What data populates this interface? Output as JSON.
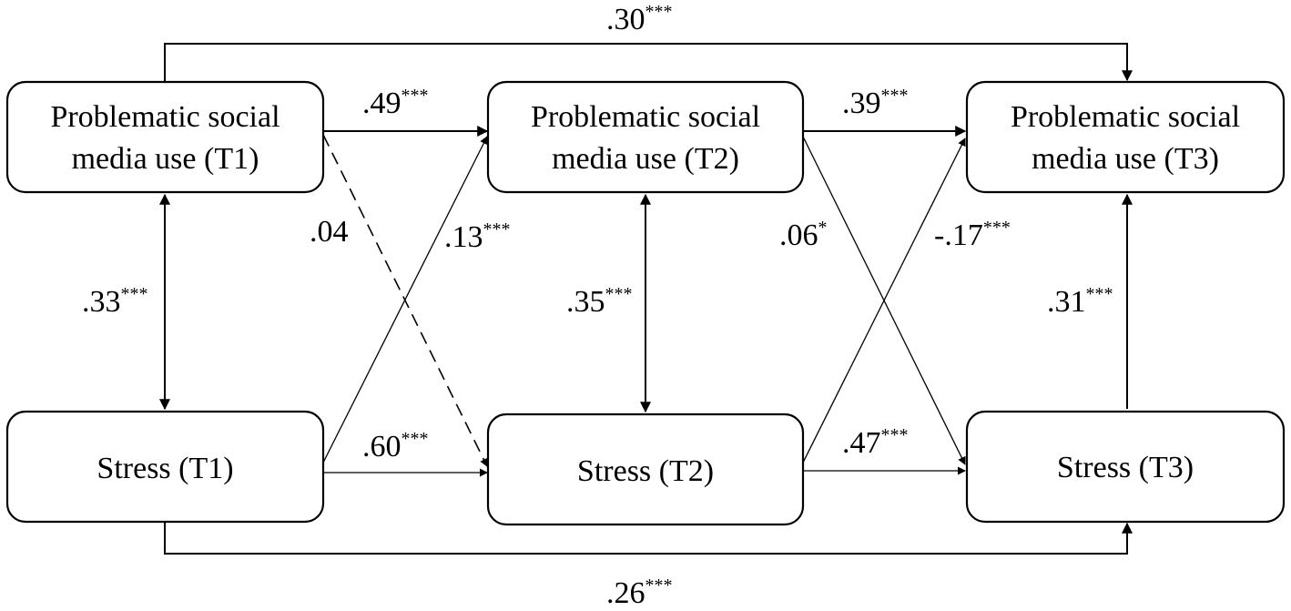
{
  "nodes": {
    "psmu_t1": {
      "line1": "Problematic social",
      "line2": "media use (T1)"
    },
    "psmu_t2": {
      "line1": "Problematic social",
      "line2": "media use (T2)"
    },
    "psmu_t3": {
      "line1": "Problematic social",
      "line2": "media use (T3)"
    },
    "stress_t1": {
      "label": "Stress (T1)"
    },
    "stress_t2": {
      "label": "Stress (T2)"
    },
    "stress_t3": {
      "label": "Stress (T3)"
    }
  },
  "coefficients": {
    "psmu_t1_to_psmu_t3": {
      "value": ".30",
      "sig": "***"
    },
    "psmu_t1_to_psmu_t2": {
      "value": ".49",
      "sig": "***"
    },
    "psmu_t2_to_psmu_t3": {
      "value": ".39",
      "sig": "***"
    },
    "psmu_t1_to_stress_t2": {
      "value": ".04",
      "sig": ""
    },
    "stress_t1_to_psmu_t2": {
      "value": ".13",
      "sig": "***"
    },
    "psmu_t2_to_stress_t3": {
      "value": ".06",
      "sig": "*"
    },
    "stress_t2_to_psmu_t3": {
      "value": "-.17",
      "sig": "***"
    },
    "t1_covariance": {
      "value": ".33",
      "sig": "***"
    },
    "t2_covariance": {
      "value": ".35",
      "sig": "***"
    },
    "stress_t3_to_psmu_t3": {
      "value": ".31",
      "sig": "***"
    },
    "stress_t1_to_stress_t2": {
      "value": ".60",
      "sig": "***"
    },
    "stress_t2_to_stress_t3": {
      "value": ".47",
      "sig": "***"
    },
    "stress_t1_to_stress_t3": {
      "value": ".26",
      "sig": "***"
    }
  }
}
